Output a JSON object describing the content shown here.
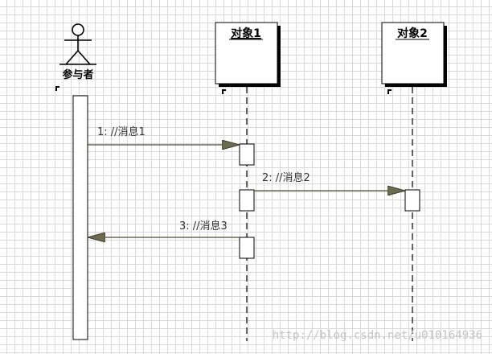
{
  "actor": {
    "label": "参与者"
  },
  "objects": [
    {
      "title": "对象1"
    },
    {
      "title": "对象2"
    }
  ],
  "messages": [
    {
      "label": "1: //消息1"
    },
    {
      "label": "2: //消息2"
    },
    {
      "label": "3: //消息3"
    }
  ],
  "watermark": "http://blog.csdn.net/u010164936"
}
